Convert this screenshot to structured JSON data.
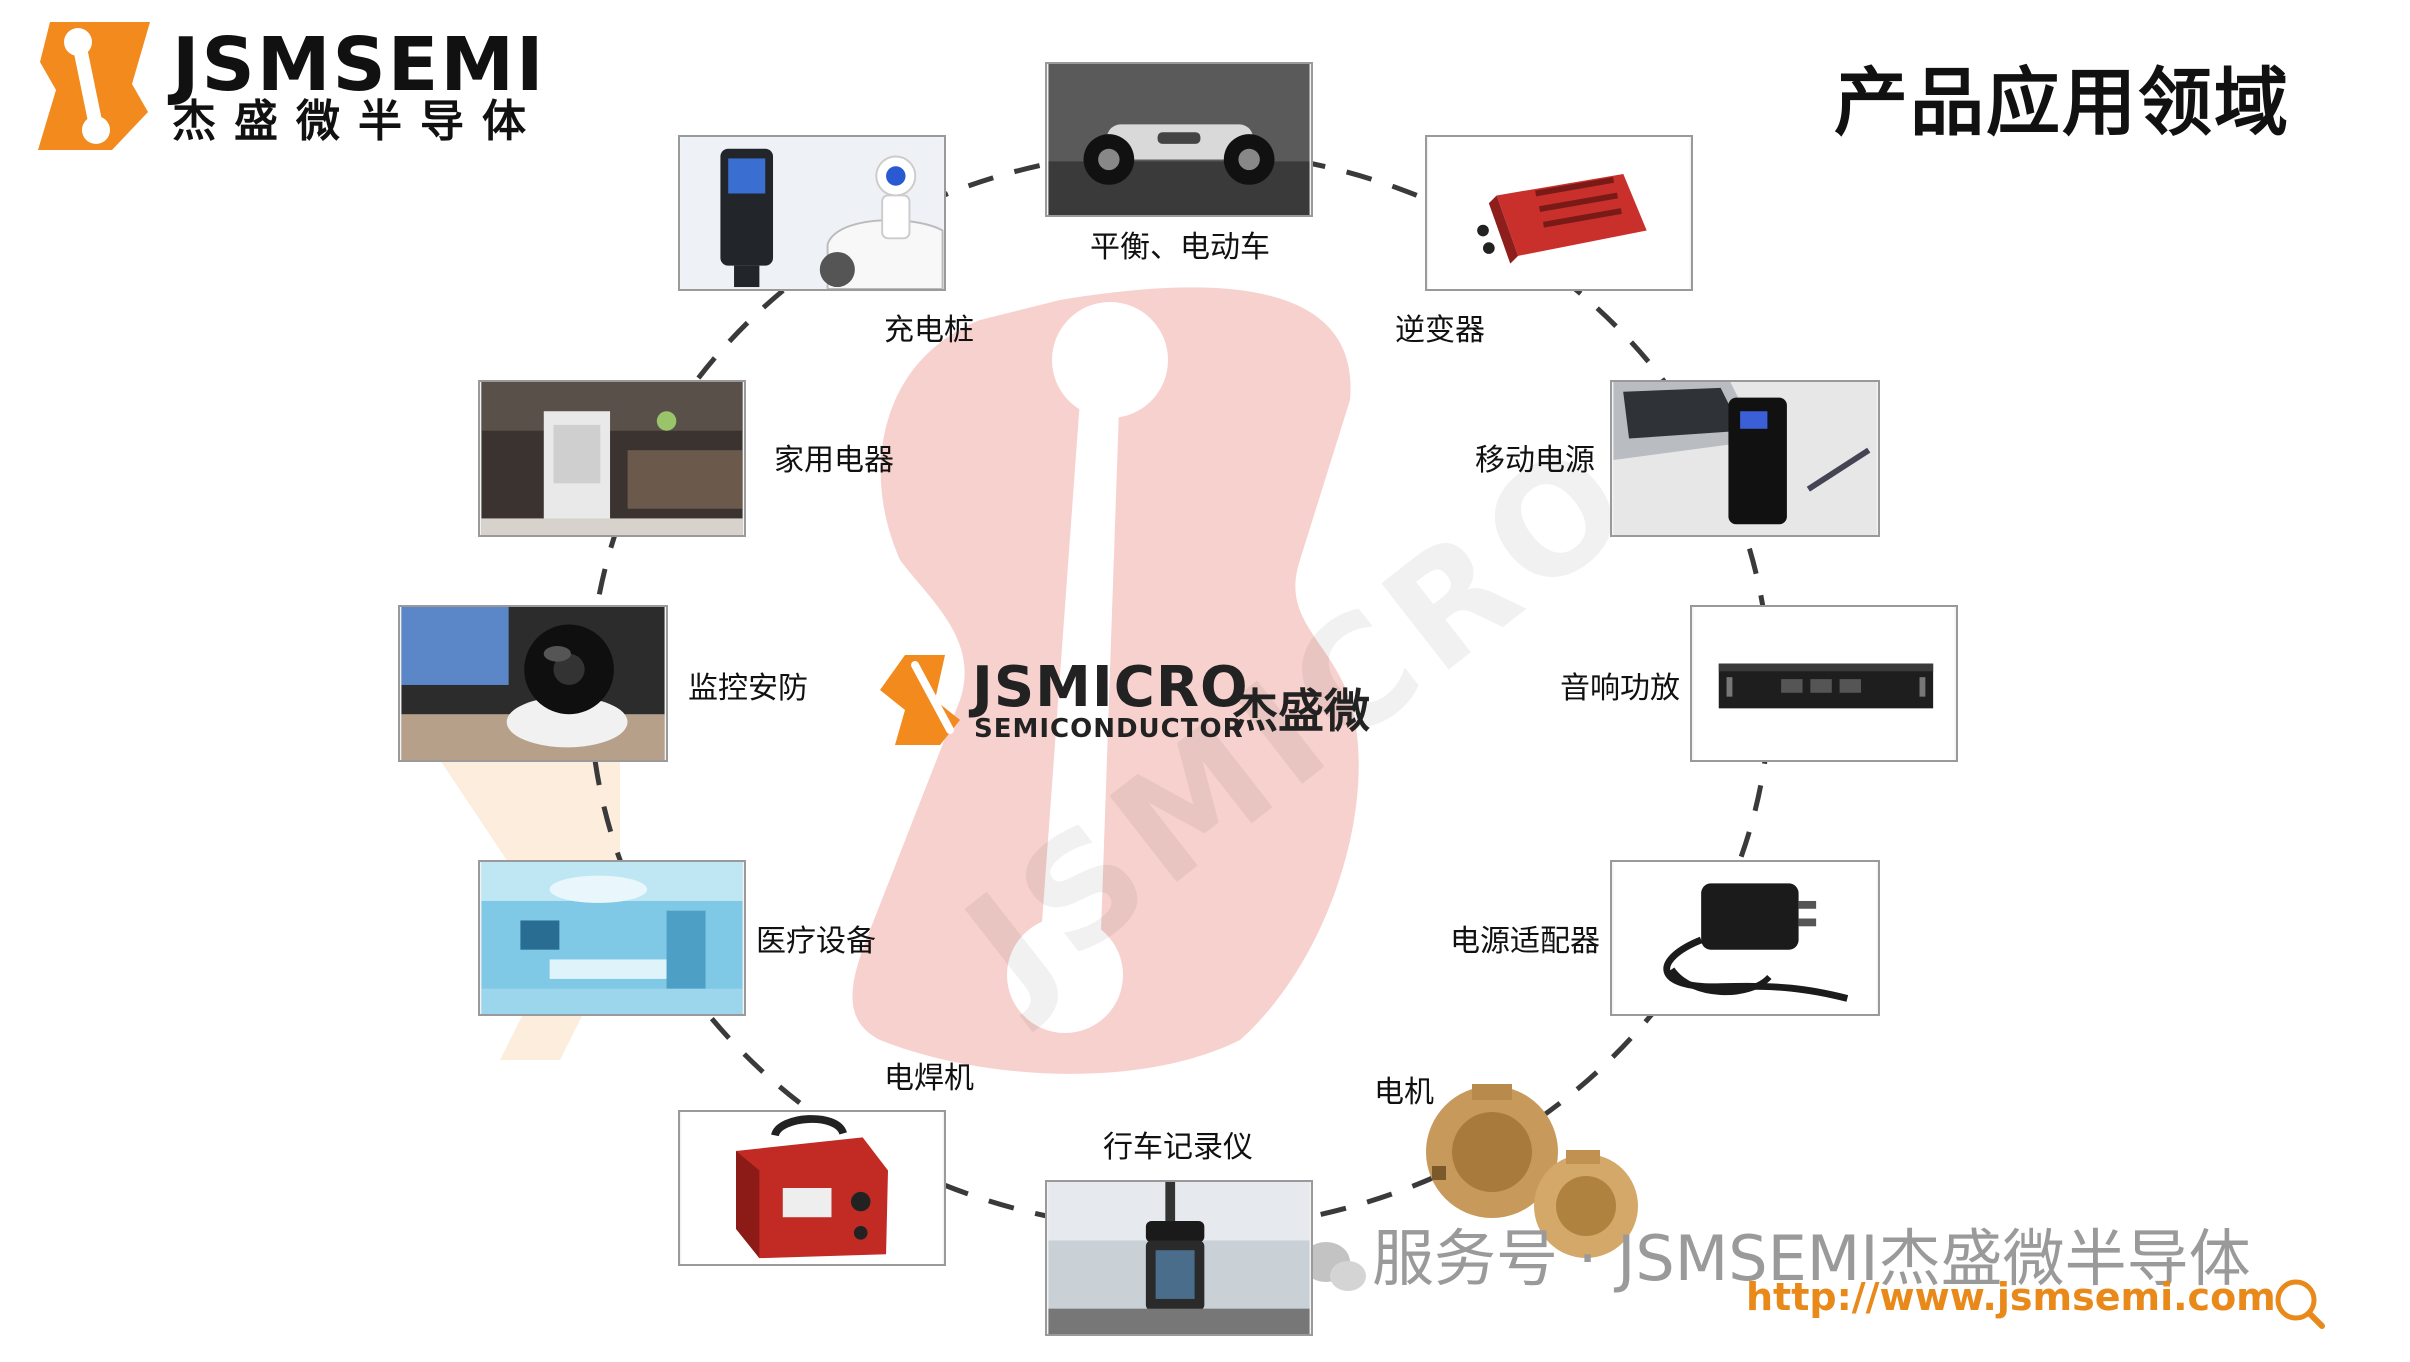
{
  "brand": {
    "name_en": "JSMSEMI",
    "name_cn": "杰盛微半导体"
  },
  "page_title": "产品应用领域",
  "center_logo": {
    "name_en": "JSMICRO",
    "sub": "SEMICONDUCTOR",
    "name_cn": "杰盛微"
  },
  "applications": [
    {
      "id": "balance",
      "label": "平衡、电动车",
      "icon": "hoverboard-icon"
    },
    {
      "id": "inverter",
      "label": "逆变器",
      "icon": "inverter-icon"
    },
    {
      "id": "powerbank",
      "label": "移动电源",
      "icon": "power-bank-icon"
    },
    {
      "id": "audio",
      "label": "音响功放",
      "icon": "amplifier-icon"
    },
    {
      "id": "adapter",
      "label": "电源适配器",
      "icon": "power-adapter-icon"
    },
    {
      "id": "motor",
      "label": "电机",
      "icon": "electric-motor-icon"
    },
    {
      "id": "dashcam",
      "label": "行车记录仪",
      "icon": "dashcam-icon"
    },
    {
      "id": "welder",
      "label": "电焊机",
      "icon": "welding-machine-icon"
    },
    {
      "id": "medical",
      "label": "医疗设备",
      "icon": "medical-equipment-icon"
    },
    {
      "id": "security",
      "label": "监控安防",
      "icon": "security-camera-icon"
    },
    {
      "id": "appliance",
      "label": "家用电器",
      "icon": "air-purifier-icon"
    },
    {
      "id": "charging",
      "label": "充电桩",
      "icon": "charging-pile-icon"
    }
  ],
  "footer": {
    "service_label": "服务号 · JSMSEMI杰盛微半导体",
    "url": "http://www.jsmsemi.com"
  },
  "colors": {
    "brand_orange": "#f28a1e",
    "watermark_red": "#f6c9c6",
    "text": "#111111"
  }
}
